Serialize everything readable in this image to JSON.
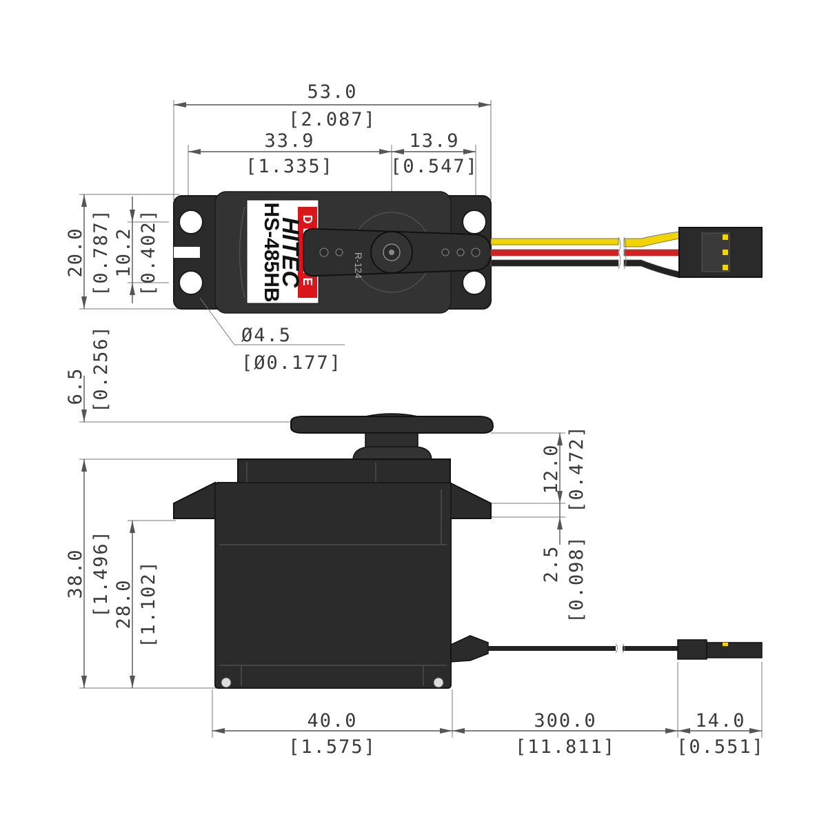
{
  "top_view": {
    "overall_width": "53.0",
    "overall_width_in": "[2.087]",
    "left_offset": "33.9",
    "left_offset_in": "[1.335]",
    "right_offset": "13.9",
    "right_offset_in": "[0.547]",
    "height": "20.0",
    "height_in": "[0.787]",
    "hole_spacing": "10.2",
    "hole_spacing_in": "[0.402]",
    "hole_dia": "Ø4.5",
    "hole_dia_in": "[Ø0.177]"
  },
  "label": {
    "brand": "HITEC",
    "model": "HS-485HB",
    "series": "DELUXE",
    "horn_mark": "R-124"
  },
  "side_view": {
    "horn_height": "6.5",
    "horn_height_in": "[0.256]",
    "top_section": "12.0",
    "top_section_in": "[0.472]",
    "flange": "2.5",
    "flange_in": "[0.098]",
    "total_height": "38.0",
    "total_height_in": "[1.496]",
    "lower_height": "28.0",
    "lower_height_in": "[1.102]",
    "case_width": "40.0",
    "case_width_in": "[1.575]",
    "wire_length": "300.0",
    "wire_length_in": "[11.811]",
    "connector_length": "14.0",
    "connector_length_in": "[0.551]"
  },
  "colors": {
    "wire_yellow": "#f2d400",
    "wire_red": "#d42020",
    "wire_black": "#222222",
    "case": "#2b2b2b",
    "label_red": "#d8161b"
  }
}
